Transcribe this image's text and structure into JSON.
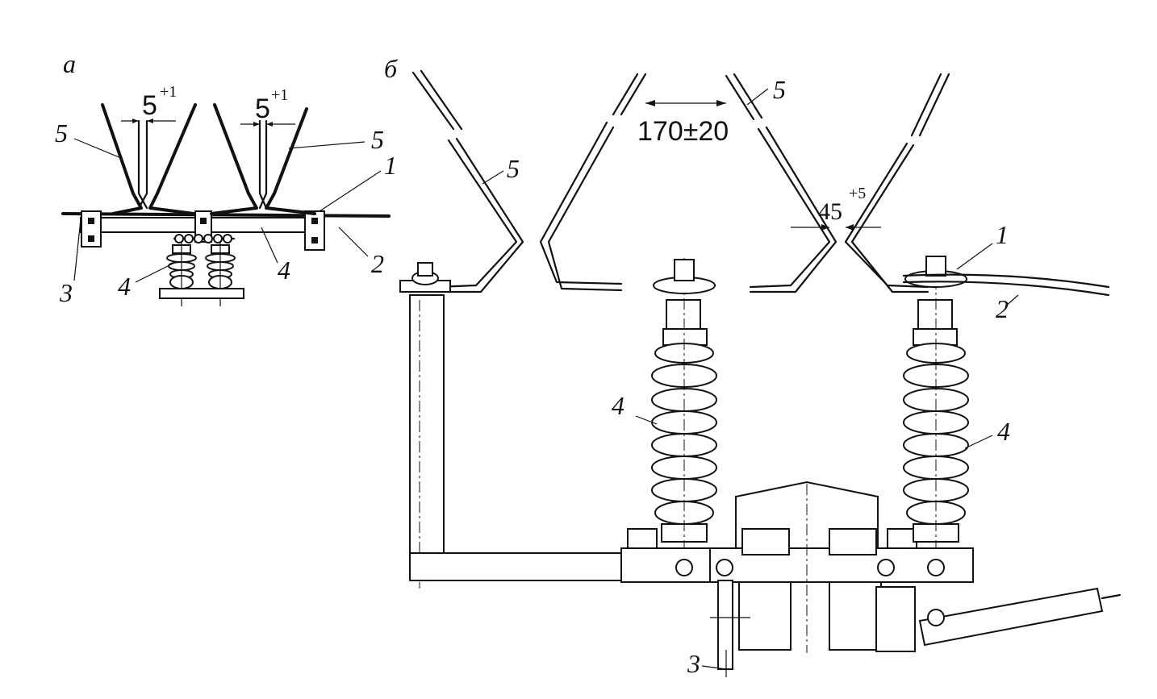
{
  "panels": {
    "a": {
      "letter": "а"
    },
    "b": {
      "letter": "б"
    }
  },
  "labels_a": {
    "n5_left": "5",
    "n5_right": "5",
    "n1": "1",
    "n2": "2",
    "n3": "3",
    "n4_left": "4",
    "n4_right": "4"
  },
  "dims_a": {
    "gap_left": {
      "base": "5",
      "tol": "+1"
    },
    "gap_right": {
      "base": "5",
      "tol": "+1"
    }
  },
  "labels_b": {
    "n5_left": "5",
    "n5_top": "5",
    "n1": "1",
    "n2": "2",
    "n3": "3",
    "n4_left": "4",
    "n4_right": "4"
  },
  "dims_b": {
    "horn_gap": "170±20",
    "horn_angle": {
      "base": "45",
      "tol": "+5"
    }
  }
}
